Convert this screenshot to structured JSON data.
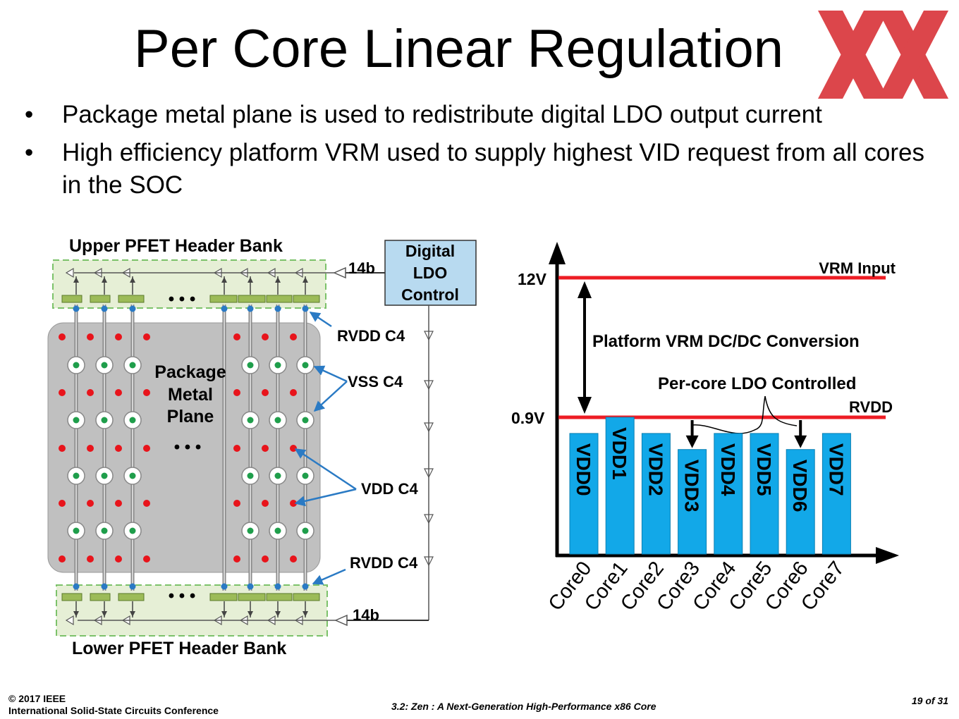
{
  "slide": {
    "title": "Per Core Linear Regulation",
    "bullets": [
      {
        "text": "Package metal plane is used to redistribute digital LDO output current"
      },
      {
        "text": "High efficiency platform VRM used to supply highest VID request from all cores in the SOC"
      }
    ],
    "bullet_symbol": "•"
  },
  "left_diagram": {
    "upper_bank_label": "Upper PFET Header Bank",
    "lower_bank_label": "Lower PFET Header Bank",
    "ldo_control_lines": [
      "Digital",
      "LDO",
      "Control"
    ],
    "bus_label_top": "14b",
    "bus_label_bottom": "14b",
    "plane_lines": [
      "Package",
      "Metal",
      "Plane"
    ],
    "ellipsis": "• • •",
    "callouts": {
      "rvdd_top": "RVDD C4",
      "vss": "VSS C4",
      "vdd": "VDD C4",
      "rvdd_bottom": "RVDD C4"
    },
    "colors": {
      "bank_fill": "#e6efd6",
      "bank_border": "#7cc26a",
      "plane_fill": "#c0c0c0",
      "ldo_fill": "#b8daf0",
      "vdd_dot": "#e8141b",
      "vss_dot": "#1f9e4b",
      "rvdd_dot": "#2a7ac4"
    }
  },
  "right_chart": {
    "y_levels": [
      {
        "label": "12V",
        "line_label": "VRM Input"
      },
      {
        "label": "0.9V",
        "line_label": "RVDD"
      }
    ],
    "conversion_label": "Platform VRM DC/DC Conversion",
    "ldo_label": "Per-core LDO Controlled",
    "bars": [
      {
        "core": "Core0",
        "vdd": "VDD0",
        "level": 0.9,
        "ldo_arrow": false
      },
      {
        "core": "Core1",
        "vdd": "VDD1",
        "level": 1.0,
        "ldo_arrow": false
      },
      {
        "core": "Core2",
        "vdd": "VDD2",
        "level": 0.9,
        "ldo_arrow": false
      },
      {
        "core": "Core3",
        "vdd": "VDD3",
        "level": 0.78,
        "ldo_arrow": true
      },
      {
        "core": "Core4",
        "vdd": "VDD4",
        "level": 0.9,
        "ldo_arrow": false
      },
      {
        "core": "Core5",
        "vdd": "VDD5",
        "level": 0.9,
        "ldo_arrow": false
      },
      {
        "core": "Core6",
        "vdd": "VDD6",
        "level": 0.78,
        "ldo_arrow": true
      },
      {
        "core": "Core7",
        "vdd": "VDD7",
        "level": 0.9,
        "ldo_arrow": false
      }
    ],
    "colors": {
      "bar": "#12a8e8",
      "rail": "#ed1c24"
    }
  },
  "footer": {
    "copyright": "© 2017 IEEE",
    "conference": "International Solid-State Circuits Conference",
    "talk": "3.2: Zen : A Next-Generation High-Performance x86 Core",
    "page": "19 of 31"
  },
  "logo": {
    "icon": "xx-logo-icon",
    "color": "#d7262c"
  }
}
